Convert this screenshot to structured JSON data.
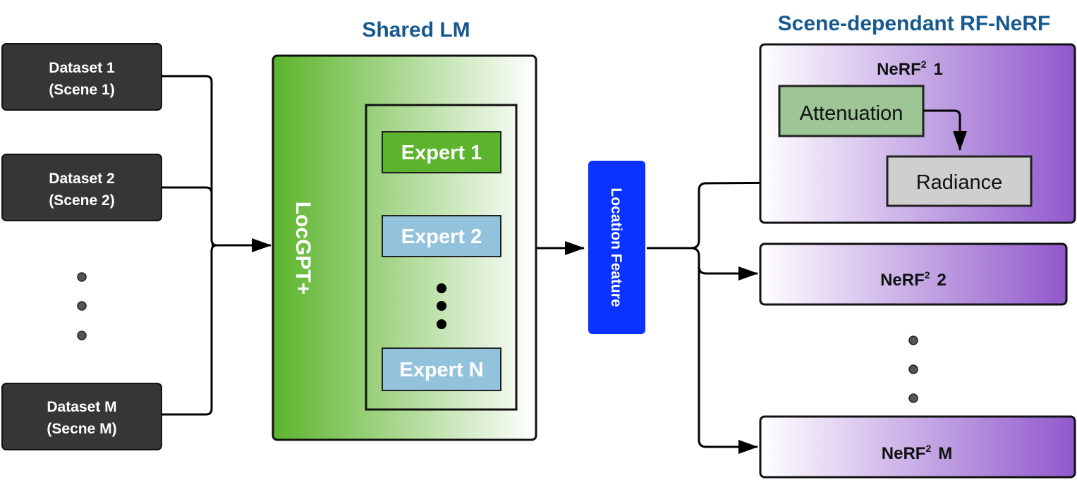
{
  "titles": {
    "shared": "Shared LM",
    "scene": "Scene-dependant RF-NeRF"
  },
  "datasets": [
    {
      "line1": "Dataset 1",
      "line2": "(Scene 1)"
    },
    {
      "line1": "Dataset 2",
      "line2": "(Scene 2)"
    },
    {
      "line1": "Dataset M",
      "line2": "(Secne M)"
    }
  ],
  "model": {
    "name": "LocGPT+",
    "experts": [
      "Expert 1",
      "Expert 2",
      "Expert N"
    ]
  },
  "feature": "Location Feature",
  "nerfs": [
    {
      "prefix": "NeRF",
      "sup": "2",
      "suffix": "1"
    },
    {
      "prefix": "NeRF",
      "sup": "2",
      "suffix": "2"
    },
    {
      "prefix": "NeRF",
      "sup": "2",
      "suffix": "M"
    }
  ],
  "nerf_modules": {
    "attenuation": "Attenuation",
    "radiance": "Radiance"
  },
  "colors": {
    "dataset": "#363636",
    "expert_green": "#5cb42c",
    "expert_blue": "#93c3dc",
    "feature": "#0a33ff",
    "title": "#17598f",
    "purple": "#9058cc",
    "attenuation": "#9dc595",
    "radiance": "#cfcfcf"
  }
}
